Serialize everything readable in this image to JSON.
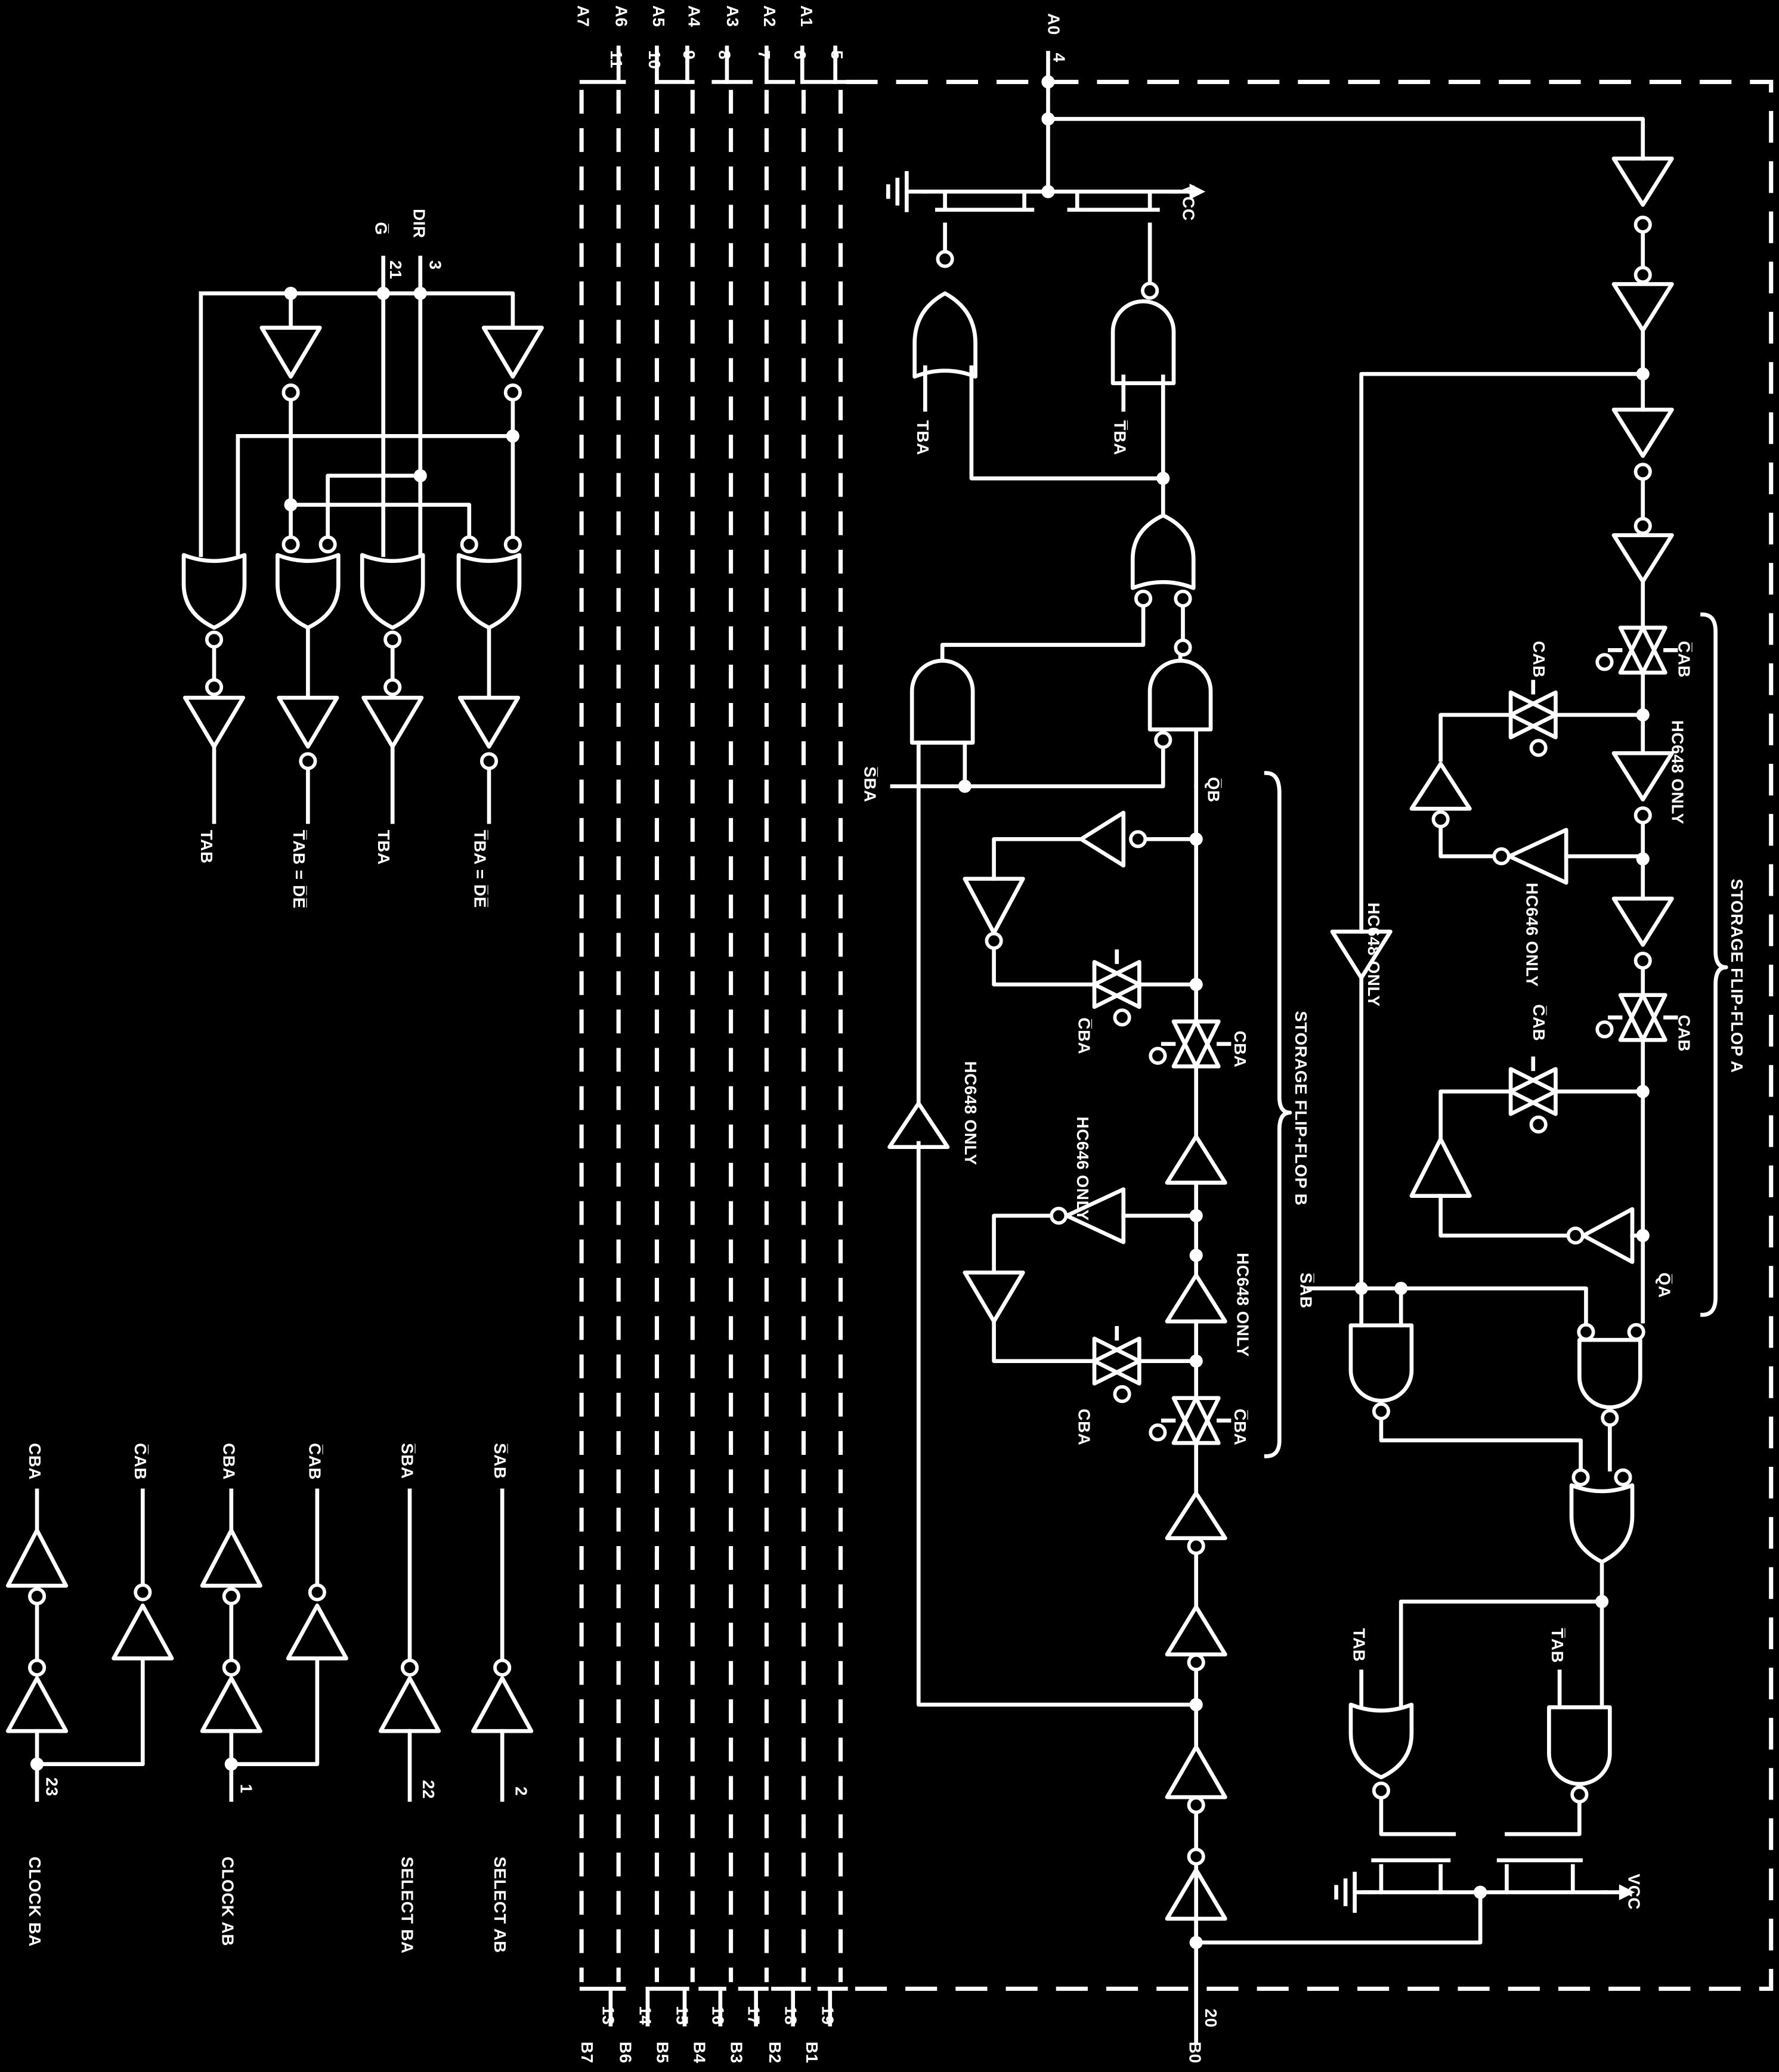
{
  "colors": {
    "background": "#000000",
    "foreground": "#ffffff"
  },
  "a_ports": [
    {
      "label": "A0",
      "pin": "4"
    },
    {
      "label": "A1",
      "pin": "5"
    },
    {
      "label": "A2",
      "pin": "6"
    },
    {
      "label": "A3",
      "pin": "7"
    },
    {
      "label": "A4",
      "pin": "8"
    },
    {
      "label": "A5",
      "pin": "9"
    },
    {
      "label": "A6",
      "pin": "10"
    },
    {
      "label": "A7",
      "pin": "11"
    }
  ],
  "b_ports": [
    {
      "label": "B0",
      "pin": "20"
    },
    {
      "label": "B1",
      "pin": "19"
    },
    {
      "label": "B2",
      "pin": "18"
    },
    {
      "label": "B3",
      "pin": "17"
    },
    {
      "label": "B4",
      "pin": "16"
    },
    {
      "label": "B5",
      "pin": "15"
    },
    {
      "label": "B6",
      "pin": "14"
    },
    {
      "label": "B7",
      "pin": "13"
    }
  ],
  "control_inputs": [
    {
      "label": "DIR",
      "pin": "3"
    },
    {
      "label": "G̅",
      "pin": "21"
    }
  ],
  "control_outputs": [
    "TAB",
    "T̅AB = D̅E̅",
    "TBA",
    "T̅BA = D̅E̅"
  ],
  "clock_select_inputs": [
    {
      "label": "CLOCK BA",
      "pin": "23",
      "signals": [
        "CBA",
        "C̅AB"
      ]
    },
    {
      "label": "CLOCK AB",
      "pin": "1",
      "signals": [
        "CBA",
        "C̅AB"
      ]
    },
    {
      "label": "SELECT BA",
      "pin": "22",
      "signals": [
        "S̅BA"
      ]
    },
    {
      "label": "SELECT AB",
      "pin": "2",
      "signals": [
        "S̅AB"
      ]
    }
  ],
  "core_labels": {
    "tba": "TBA",
    "tba_bar": "T̅BA",
    "vcc_top": "VCC",
    "sba_bar": "S̅BA",
    "qb_bar": "Q̅B",
    "cba_bar_1": "C̅BA",
    "cba_1": "CBA",
    "storage_ff_b": "STORAGE FLIP-FLOP B",
    "hc648_only_1": "HC648 ONLY",
    "hc646_only_1": "HC646 ONLY",
    "hc648_only_2": "HC648 ONLY",
    "cba_2": "CBA",
    "cba_bar_2": "C̅BA",
    "cab_1": "CAB",
    "cab_bar_1": "C̅AB",
    "hc648_only_3": "HC648 ONLY",
    "hc646_only_2": "HC646 ONLY",
    "hc648_only_4": "HC648 ONLY",
    "storage_ff_a": "STORAGE FLIP-FLOP A",
    "cab_bar_2": "C̅AB",
    "cab_2": "CAB",
    "sab_bar": "S̅AB",
    "qa_bar": "Q̅A",
    "tab": "TAB",
    "tab_bar": "T̅AB",
    "vcc_bottom": "VCC"
  }
}
